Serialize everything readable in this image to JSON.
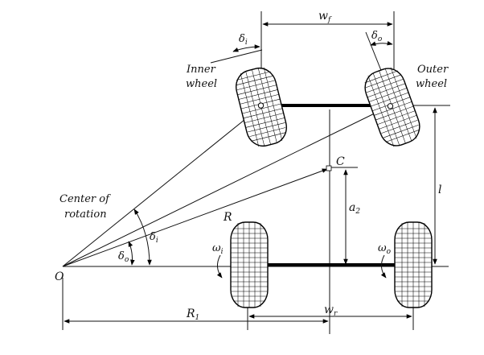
{
  "labels": {
    "inner_wheel_line1": "Inner",
    "inner_wheel_line2": "wheel",
    "outer_wheel_line1": "Outer",
    "outer_wheel_line2": "wheel",
    "center_line1": "Center of",
    "center_line2": "rotation",
    "origin": "O",
    "point_c": "C",
    "point_r": "R",
    "length_l": "l",
    "delta_i_main": "δ",
    "delta_i_sub": "i",
    "delta_o_main": "δ",
    "delta_o_sub": "o",
    "delta_i_top_main": "δ",
    "delta_i_top_sub": "i",
    "delta_o_top_main": "δ",
    "delta_o_top_sub": "o",
    "wf_main": "w",
    "wf_sub": "f",
    "wr_main": "w",
    "wr_sub": "r",
    "a2_main": "a",
    "a2_sub": "2",
    "r1_main": "R",
    "r1_sub": "1",
    "omega_i_main": "ω",
    "omega_i_sub": "i",
    "omega_o_main": "ω",
    "omega_o_sub": "o"
  }
}
